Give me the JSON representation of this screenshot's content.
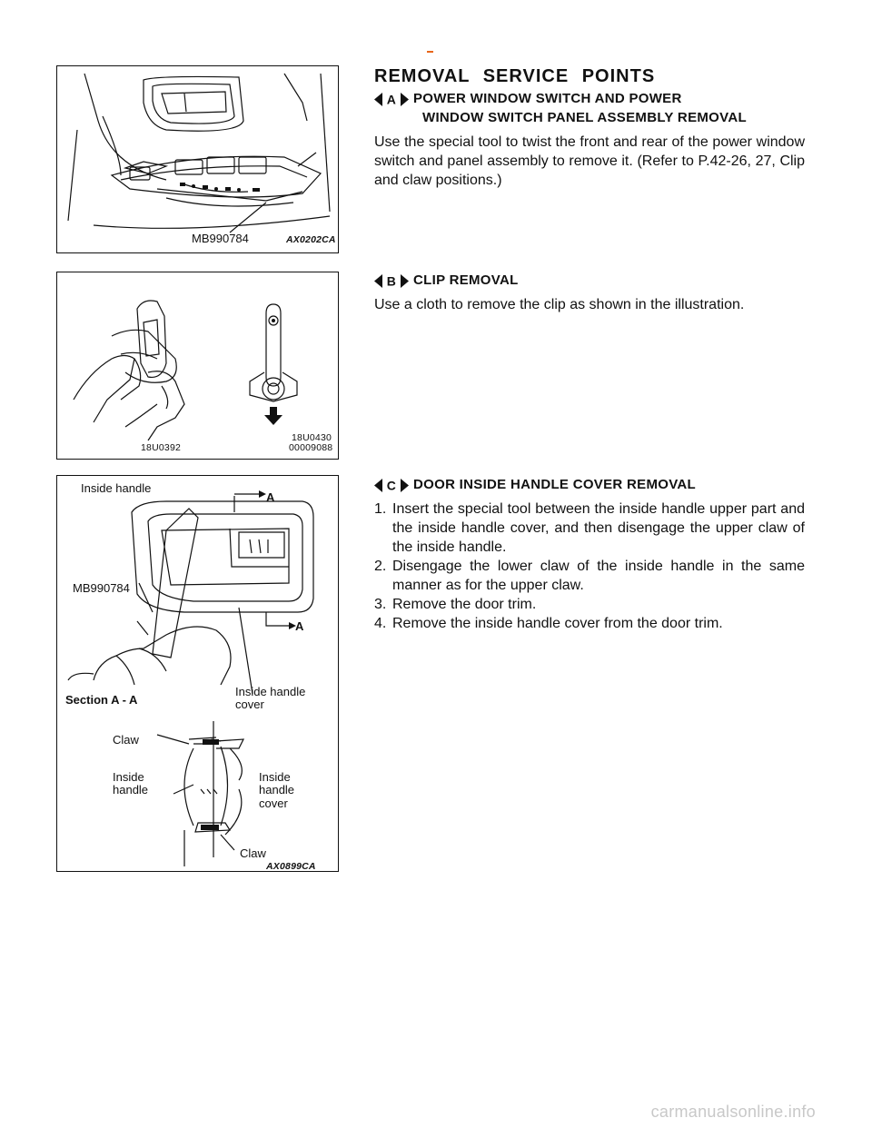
{
  "section_title": "REMOVAL SERVICE POINTS",
  "items": [
    {
      "badge": "A",
      "title_line1": "POWER WINDOW SWITCH AND POWER",
      "title_line2": "WINDOW SWITCH PANEL ASSEMBLY REMOVAL",
      "body": "Use the special tool to twist the front and rear of the power window switch and panel assembly to remove it. (Refer to P.42-26, 27, Clip and claw positions.)"
    },
    {
      "badge": "B",
      "title_line1": "CLIP REMOVAL",
      "body": "Use a cloth to remove the clip as shown in the illustration."
    },
    {
      "badge": "C",
      "title_line1": "DOOR INSIDE HANDLE COVER REMOVAL",
      "steps": [
        {
          "num": "1.",
          "text": "Insert the special tool between the inside handle upper part and the inside handle cover, and then disengage the upper claw of the inside handle."
        },
        {
          "num": "2.",
          "text": "Disengage the lower claw of the inside handle in the same manner as for the upper claw."
        },
        {
          "num": "3.",
          "text": "Remove the door trim."
        },
        {
          "num": "4.",
          "text": "Remove the inside handle cover from the door trim."
        }
      ]
    }
  ],
  "figures": {
    "fig1": {
      "tool_label": "MB990784",
      "code": "AX0202CA"
    },
    "fig2": {
      "code_left": "18U0392",
      "code_right_1": "18U0430",
      "code_right_2": "00009088"
    },
    "fig3": {
      "inside_handle": "Inside handle",
      "tool_label": "MB990784",
      "section_marker_top": "A",
      "section_marker_bottom": "A",
      "inside_handle_cover": "Inside handle\ncover",
      "section_label": "Section A - A",
      "claw_top": "Claw",
      "inside_handle_small": "Inside\nhandle",
      "inside_handle_cover_small": "Inside\nhandle\ncover",
      "claw_bottom": "Claw",
      "code": "AX0899CA"
    }
  },
  "watermark": "carmanualsonline.info"
}
